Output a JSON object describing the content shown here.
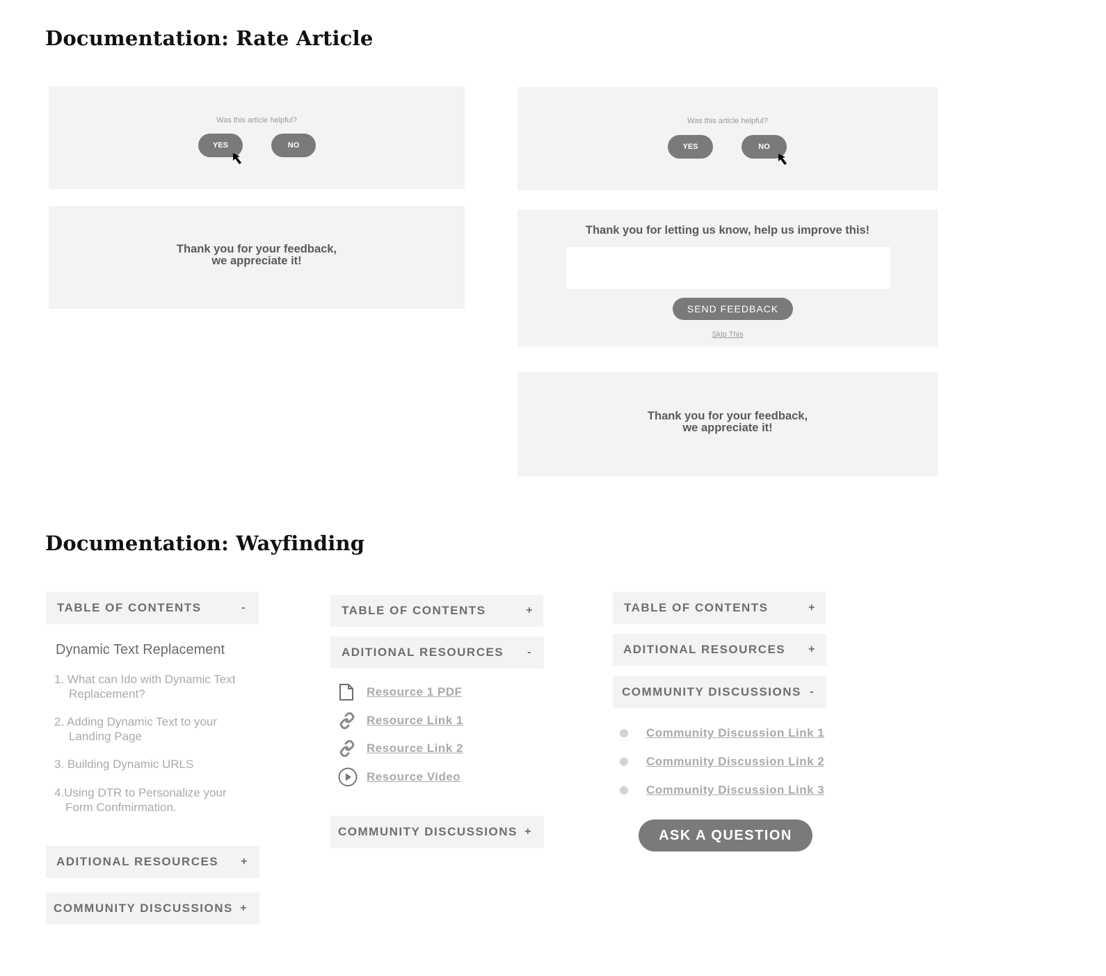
{
  "rate_article": {
    "heading": "Documentation: Rate Article",
    "yes_flow": {
      "question": "Was this article helpful?",
      "yes_label": "YES",
      "no_label": "NO",
      "thanks_line1": "Thank you for your feedback,",
      "thanks_line2": "we appreciate it!"
    },
    "no_flow": {
      "question": "Was this article helpful?",
      "yes_label": "YES",
      "no_label": "NO",
      "improve_prompt": "Thank you for letting us know, help us improve this!",
      "feedback_value": "",
      "send_label": "SEND FEEDBACK",
      "skip_label": "Skip This",
      "thanks_line1": "Thank you for your feedback,",
      "thanks_line2": "we appreciate it!"
    }
  },
  "wayfinding": {
    "heading": "Documentation: Wayfinding",
    "state1": {
      "toc_label": "TABLE OF CONTENTS",
      "toc_sign": "-",
      "toc_title": "Dynamic Text Replacement",
      "toc_items": [
        {
          "line1": "1. What can Ido with Dynamic Text",
          "line2": "Replacement?"
        },
        {
          "line1": "2. Adding Dynamic Text to your",
          "line2": "Landing Page"
        },
        {
          "line1": "3. Building Dynamic URLS",
          "line2": ""
        },
        {
          "line1": "4.Using DTR to Personalize your",
          "line2": "Form Confmirmation."
        }
      ],
      "resources_label": "ADITIONAL RESOURCES",
      "resources_sign": "+",
      "community_label": "COMMUNITY DISCUSSIONS",
      "community_sign": "+"
    },
    "state2": {
      "toc_label": "TABLE OF CONTENTS",
      "toc_sign": "+",
      "resources_label": "ADITIONAL RESOURCES",
      "resources_sign": "-",
      "resources": [
        {
          "icon": "document-icon",
          "label": "Resource 1 PDF"
        },
        {
          "icon": "link-icon",
          "label": "Resource Link 1"
        },
        {
          "icon": "link-icon",
          "label": "Resource Link 2"
        },
        {
          "icon": "play-icon",
          "label": "Resource Video"
        }
      ],
      "community_label": "COMMUNITY DISCUSSIONS",
      "community_sign": "+"
    },
    "state3": {
      "toc_label": "TABLE OF CONTENTS",
      "toc_sign": "+",
      "resources_label": "ADITIONAL RESOURCES",
      "resources_sign": "+",
      "community_label": "COMMUNITY DISCUSSIONS",
      "community_sign": "-",
      "discussions": [
        "Community Discussion Link 1",
        "Community Discussion Link 2",
        "Community Discussion Link 3"
      ],
      "ask_label": "ASK A QUESTION"
    }
  },
  "colors": {
    "panel_bg": "#f3f3f3",
    "button_bg": "#7a7a7a",
    "heading": "#111111",
    "muted_text": "#aaaaaa",
    "dot": "#d4d4d4"
  }
}
